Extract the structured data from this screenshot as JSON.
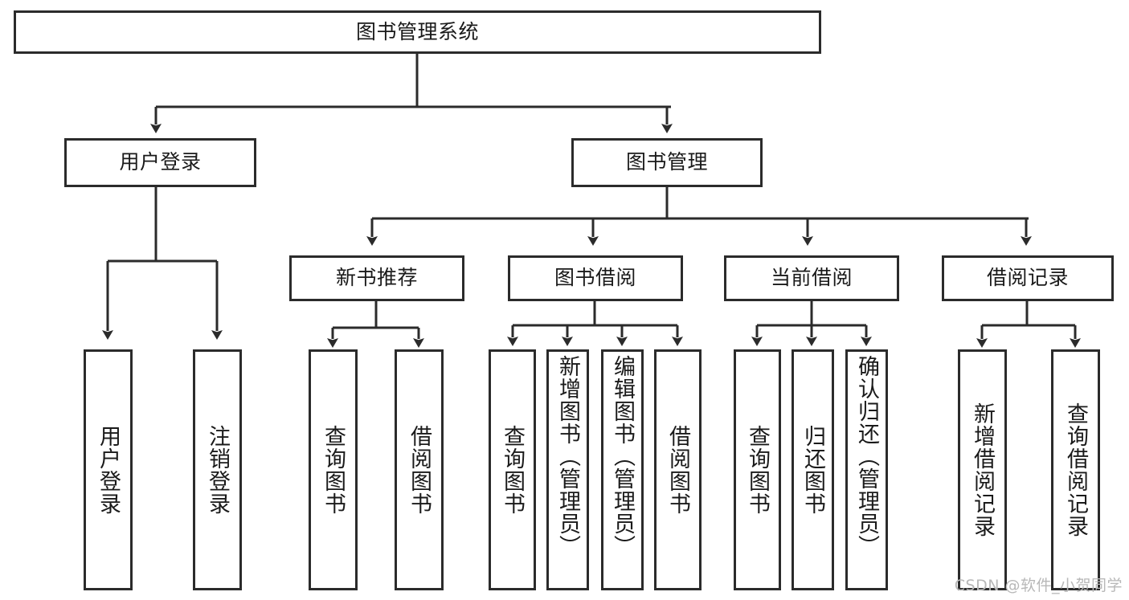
{
  "diagram": {
    "type": "tree",
    "title": "图书管理系统",
    "root": {
      "label": "图书管理系统"
    },
    "level2": [
      {
        "label": "用户登录"
      },
      {
        "label": "图书管理"
      }
    ],
    "level3": [
      {
        "label": "新书推荐"
      },
      {
        "label": "图书借阅"
      },
      {
        "label": "当前借阅"
      },
      {
        "label": "借阅记录"
      }
    ],
    "leaves": {
      "user_login": [
        {
          "label": "用户登录"
        },
        {
          "label": "注销登录"
        }
      ],
      "new_book_recommend": [
        {
          "label": "查询图书"
        },
        {
          "label": "借阅图书"
        }
      ],
      "book_borrow": [
        {
          "label": "查询图书"
        },
        {
          "label": "新增图书（管理员）"
        },
        {
          "label": "编辑图书（管理员）"
        },
        {
          "label": "借阅图书"
        }
      ],
      "current_borrow": [
        {
          "label": "查询图书"
        },
        {
          "label": "归还图书"
        },
        {
          "label": "确认归还（管理员）"
        }
      ],
      "borrow_record": [
        {
          "label": "新增借阅记录"
        },
        {
          "label": "查询借阅记录"
        }
      ]
    }
  },
  "watermark": {
    "text": "CSDN @软件_小贺同学"
  },
  "colors": {
    "background": "#ffffff",
    "box_border": "#2b2b2b",
    "box_fill": "#ffffff",
    "text": "#1a1a1a",
    "connector": "#2b2b2b",
    "watermark": "#b8b8b8"
  }
}
